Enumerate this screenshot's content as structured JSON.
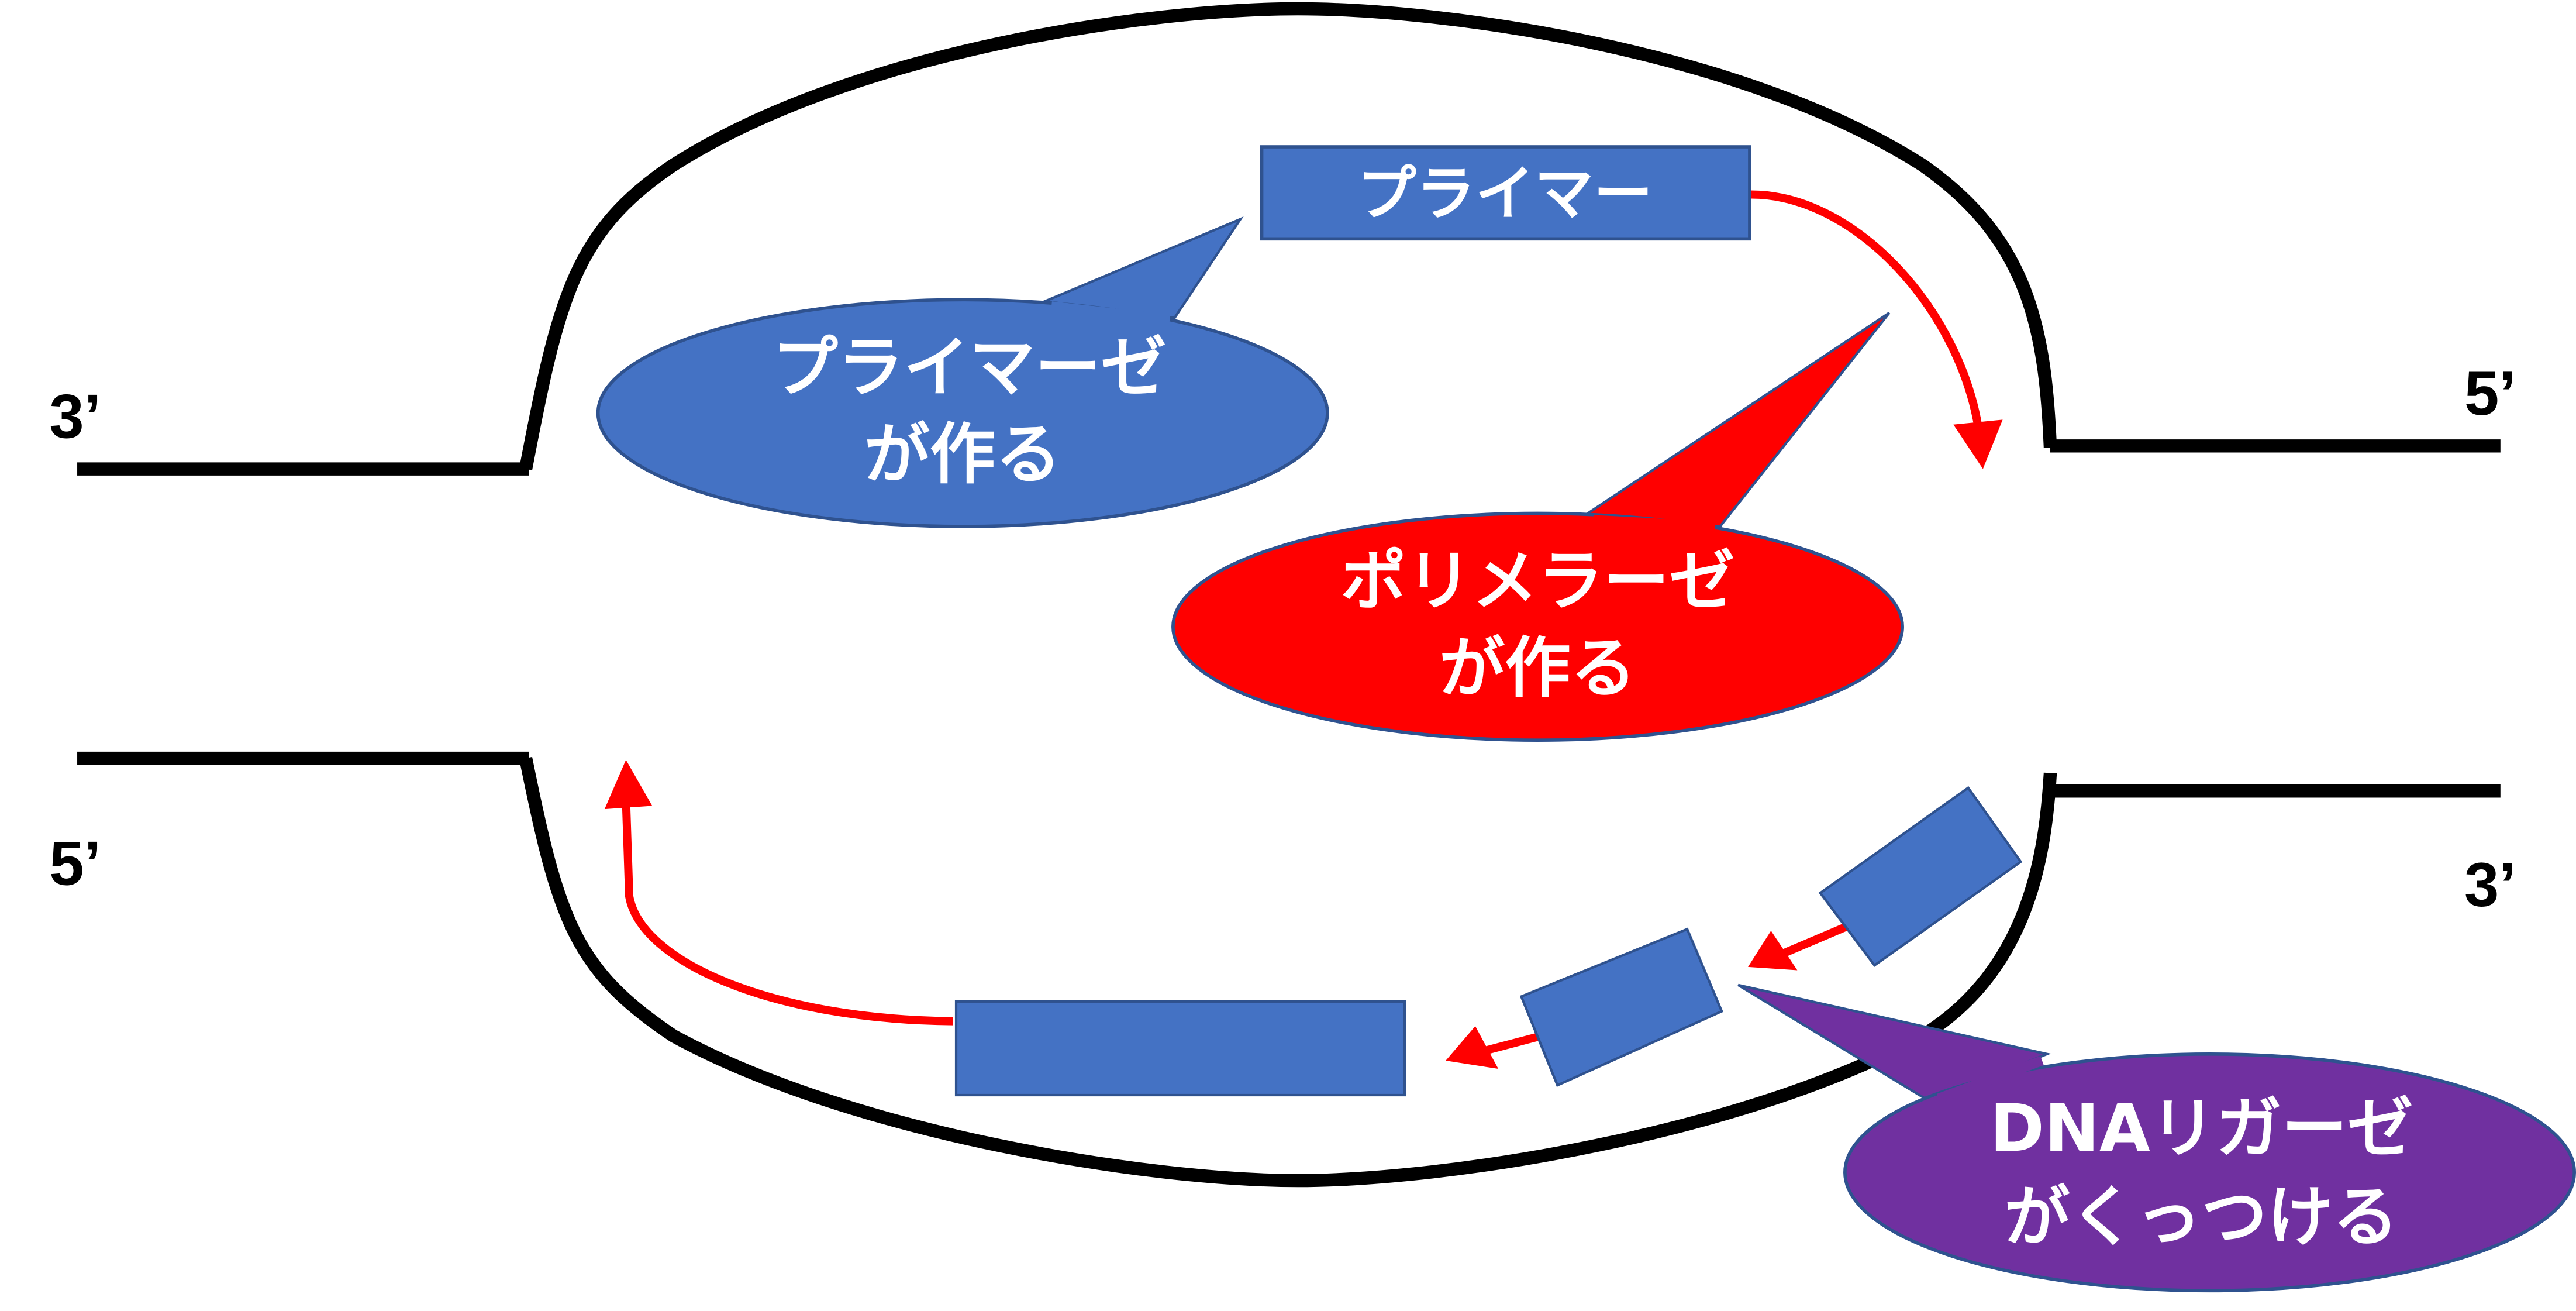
{
  "strand_labels": {
    "top_left": "3’",
    "top_right": "5’",
    "bottom_left": "5’",
    "bottom_right": "3’"
  },
  "primer_box": {
    "label": "プライマー"
  },
  "callouts": {
    "primase": {
      "line1": "プライマーゼ",
      "line2": "が作る",
      "color": "#4472C4"
    },
    "polymerase": {
      "line1": "ポリメラーゼ",
      "line2": "が作る",
      "color": "#FF0000"
    },
    "ligase": {
      "line1": "DNAリガーゼ",
      "line2": "がくっつける",
      "color": "#7030A0"
    }
  },
  "colors": {
    "strand": "#000000",
    "primer": "#4472C4",
    "primer_border": "#2F528F",
    "arrow": "#FF0000"
  }
}
